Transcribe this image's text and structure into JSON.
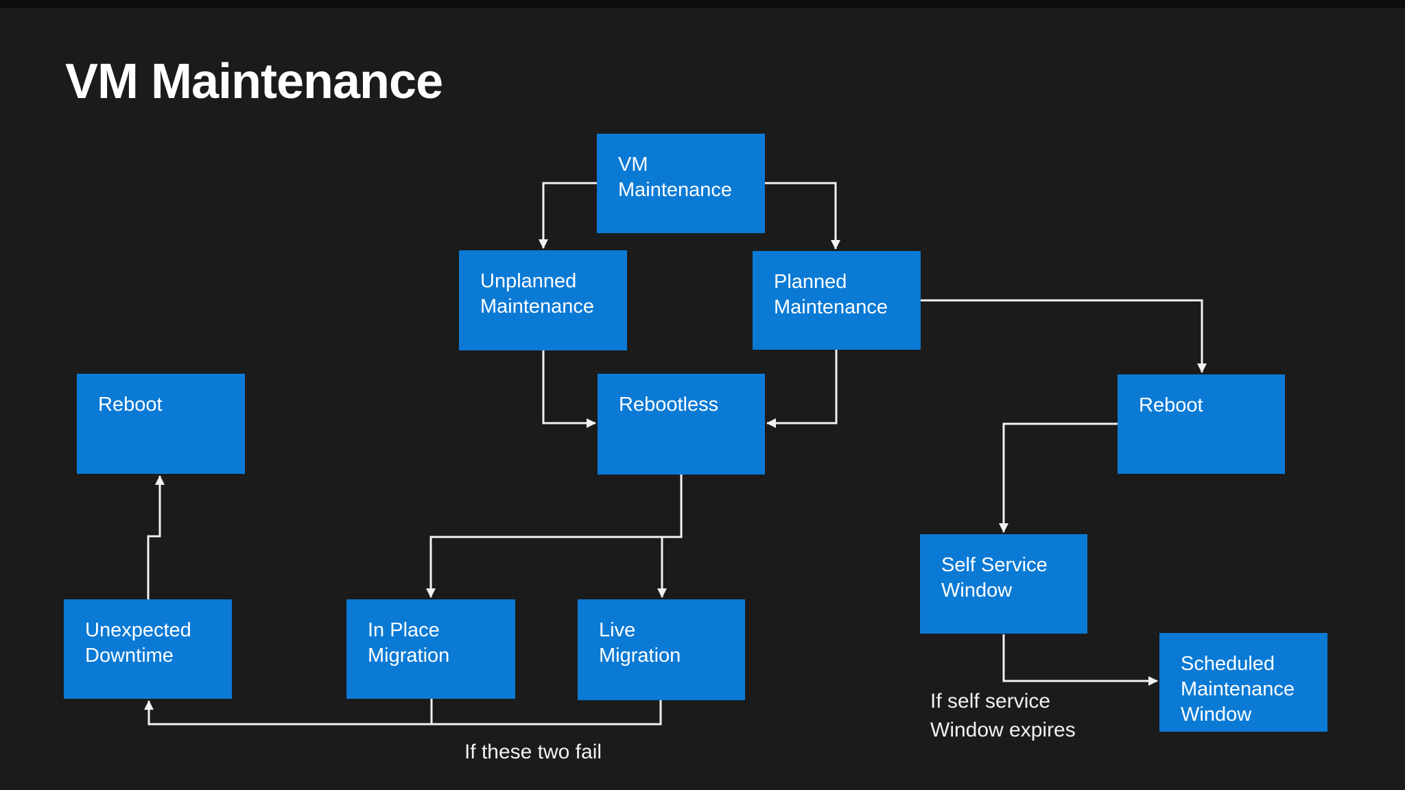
{
  "title": "VM Maintenance",
  "nodes": {
    "vm": {
      "label": "VM\nMaintenance"
    },
    "unplanned": {
      "label": "Unplanned\nMaintenance"
    },
    "planned": {
      "label": "Planned\nMaintenance"
    },
    "rebootless": {
      "label": "Rebootless"
    },
    "reboot_left": {
      "label": "Reboot"
    },
    "reboot_right": {
      "label": "Reboot"
    },
    "unexpected_downtime": {
      "label": "Unexpected\nDowntime"
    },
    "in_place_migration": {
      "label": "In Place\nMigration"
    },
    "live_migration": {
      "label": "Live\nMigration"
    },
    "self_service_window": {
      "label": "Self Service\nWindow"
    },
    "scheduled_maintenance_window": {
      "label": "Scheduled\nMaintenance\nWindow"
    }
  },
  "annotations": {
    "if_these_two_fail": "If these two fail",
    "if_self_service_window_expires": "If self service\nWindow expires"
  },
  "diagram": {
    "type": "flowchart",
    "edges": [
      {
        "from": "vm",
        "to": "unplanned"
      },
      {
        "from": "vm",
        "to": "planned"
      },
      {
        "from": "unplanned",
        "to": "rebootless"
      },
      {
        "from": "planned",
        "to": "rebootless"
      },
      {
        "from": "planned",
        "to": "reboot_right"
      },
      {
        "from": "rebootless",
        "to": "in_place_migration"
      },
      {
        "from": "rebootless",
        "to": "live_migration"
      },
      {
        "from": "in_place_migration",
        "to": "unexpected_downtime",
        "label": "If these two fail"
      },
      {
        "from": "live_migration",
        "to": "unexpected_downtime",
        "label": "If these two fail"
      },
      {
        "from": "unexpected_downtime",
        "to": "reboot_left"
      },
      {
        "from": "reboot_right",
        "to": "self_service_window"
      },
      {
        "from": "self_service_window",
        "to": "scheduled_maintenance_window",
        "label": "If self service Window expires"
      }
    ]
  },
  "colors": {
    "background": "#1b1b1b",
    "node_fill": "#0b7ad5",
    "node_text": "#ffffff",
    "connector": "#f2f2f2",
    "title_text": "#ffffff"
  }
}
